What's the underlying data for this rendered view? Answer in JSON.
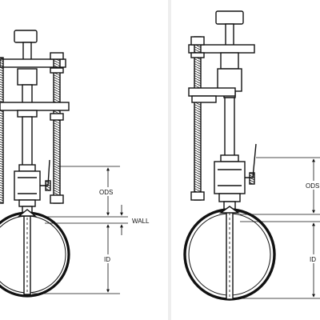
{
  "figure": {
    "left_view": {
      "labels": {
        "ods": "ODS",
        "wall": "WALL",
        "id": "ID"
      }
    },
    "right_view": {
      "labels": {
        "ods": "ODS",
        "id": "ID"
      }
    }
  }
}
